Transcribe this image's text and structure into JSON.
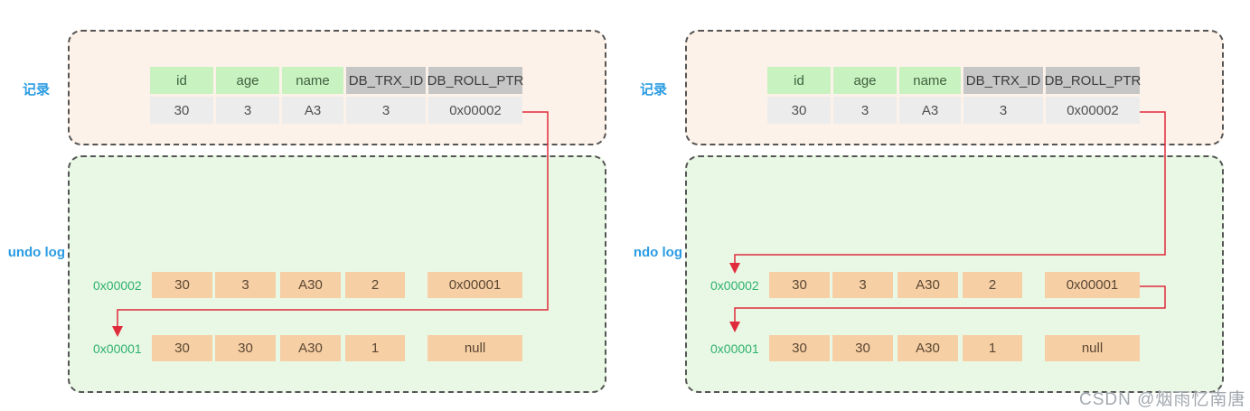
{
  "watermark": "CSDN @烟雨忆南唐",
  "colors": {
    "record_box_bg": "#fdf2e9",
    "undo_box_bg": "#e9f8e4",
    "header_green": "#c9f2c1",
    "header_gray": "#c6c6c6",
    "value_gray": "#ececec",
    "undo_cell_orange": "#f6cfa5",
    "addr_green_text": "#2fb170",
    "region_label_blue": "#2b9ce4",
    "arrow_red": "#e02b3c",
    "dashed_border": "#555555"
  },
  "panels": [
    {
      "record_region_label": "记录",
      "undo_region_label": "undo log",
      "record_table": {
        "headers": [
          "id",
          "age",
          "name",
          "DB_TRX_ID",
          "DB_ROLL_PTR"
        ],
        "values": [
          "30",
          "3",
          "A3",
          "3",
          "0x00002"
        ]
      },
      "undo_log": {
        "rows": [
          {
            "addr": "0x00002",
            "cells": [
              "30",
              "3",
              "A30",
              "2",
              "0x00001"
            ]
          },
          {
            "addr": "0x00001",
            "cells": [
              "30",
              "30",
              "A30",
              "1",
              "null"
            ]
          }
        ]
      },
      "arrows": [
        {
          "from": "record.DB_ROLL_PTR=0x00002",
          "to": "undo_log.row.0x00001"
        }
      ]
    },
    {
      "record_region_label": "记录",
      "undo_region_label": "ndo log",
      "record_table": {
        "headers": [
          "id",
          "age",
          "name",
          "DB_TRX_ID",
          "DB_ROLL_PTR"
        ],
        "values": [
          "30",
          "3",
          "A3",
          "3",
          "0x00002"
        ]
      },
      "undo_log": {
        "rows": [
          {
            "addr": "0x00002",
            "cells": [
              "30",
              "3",
              "A30",
              "2",
              "0x00001"
            ]
          },
          {
            "addr": "0x00001",
            "cells": [
              "30",
              "30",
              "A30",
              "1",
              "null"
            ]
          }
        ]
      },
      "arrows": [
        {
          "from": "record.DB_ROLL_PTR=0x00002",
          "to": "undo_log.row.0x00002"
        },
        {
          "from": "undo_log.row.0x00002.DB_ROLL_PTR=0x00001",
          "to": "undo_log.row.0x00001"
        }
      ]
    }
  ]
}
